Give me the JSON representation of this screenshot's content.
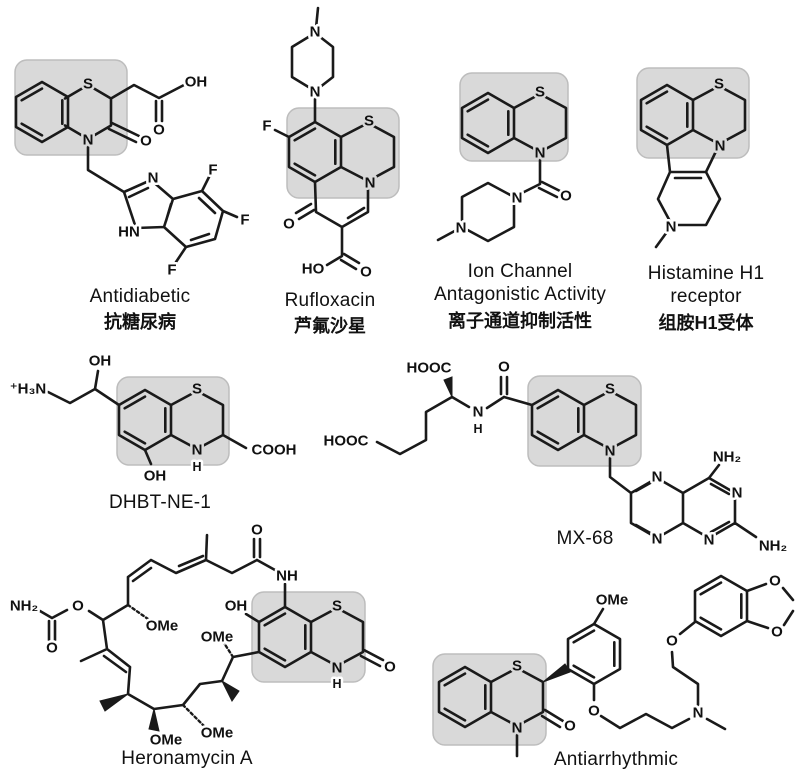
{
  "figure": {
    "background": "#ffffff",
    "line_color": "#1a1a1a",
    "highlight_fill": "#d9d9d9",
    "highlight_border": "#bdbdbd"
  },
  "compounds": [
    {
      "id": "antidiabetic",
      "labels": [
        "Antidiabetic",
        "抗糖尿病"
      ],
      "atoms": {
        "s": "S",
        "n": "N",
        "o_lactam": "O",
        "oh_acid": "OH",
        "o_acid": "O",
        "n_imid": "N",
        "hn_imid": "HN",
        "f1": "F",
        "f2": "F",
        "f3": "F"
      }
    },
    {
      "id": "rufloxacin",
      "labels": [
        "Rufloxacin",
        "芦氟沙星"
      ],
      "atoms": {
        "n_top": "N",
        "n_bottom": "N",
        "f": "F",
        "s": "S",
        "n_ring": "N",
        "o_ketone": "O",
        "ho_acid": "HO",
        "o_acid": "O"
      }
    },
    {
      "id": "ion-channel",
      "labels": [
        "Ion Channel",
        "Antagonistic Activity",
        "离子通道抑制活性"
      ],
      "atoms": {
        "s": "S",
        "n_ring": "N",
        "n_pip": "N",
        "o_amide": "O",
        "n_me": "N"
      }
    },
    {
      "id": "histamine-h1",
      "labels": [
        "Histamine H1",
        "receptor",
        "组胺H1受体"
      ],
      "atoms": {
        "s": "S",
        "n_ring": "N",
        "n_thp": "N"
      }
    },
    {
      "id": "dhbt-ne-1",
      "labels": [
        "DHBT-NE-1"
      ],
      "atoms": {
        "h3n": "⁺H₃N",
        "oh_side": "OH",
        "s": "S",
        "n_ring": "N",
        "h": "H",
        "oh_phenol": "OH",
        "cooh": "COOH"
      }
    },
    {
      "id": "mx-68",
      "labels": [
        "MX-68"
      ],
      "atoms": {
        "hooc_top": "HOOC",
        "hooc_left": "HOOC",
        "n_amide": "N",
        "h_amide": "H",
        "o_amide": "O",
        "s": "S",
        "n_ring": "N",
        "n5": "N",
        "n8": "N",
        "n3": "N",
        "n1": "N",
        "nh2_top": "NH₂",
        "nh2_bottom": "NH₂"
      }
    },
    {
      "id": "heronamycin-a",
      "labels": [
        "Heronamycin A"
      ],
      "atoms": {
        "nh2": "NH₂",
        "o_carbonyl": "O",
        "o_ester": "O",
        "ome1": "OMe",
        "ome2": "OMe",
        "ome3": "OMe",
        "ome4": "OMe",
        "oh": "OH",
        "o_amide": "O",
        "nh": "NH",
        "s": "S",
        "n_ring": "N",
        "h": "H",
        "o_lactam": "O"
      }
    },
    {
      "id": "antiarrhythmic",
      "labels": [
        "Antiarrhythmic"
      ],
      "atoms": {
        "s": "S",
        "n_ring": "N",
        "o_lactam": "O",
        "ome": "OMe",
        "o_ether1": "O",
        "n_amine": "N",
        "o_ether2": "O",
        "o_dioxole1": "O",
        "o_dioxole2": "O"
      }
    }
  ]
}
